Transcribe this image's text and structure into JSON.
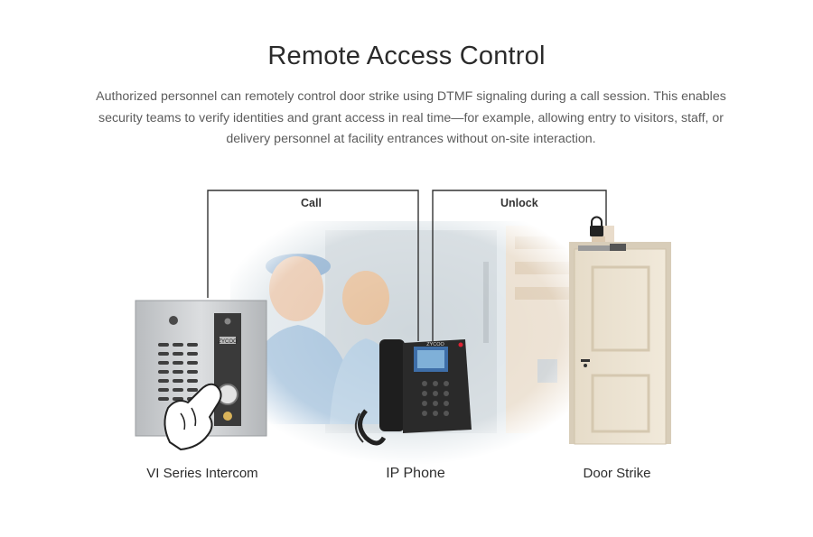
{
  "header": {
    "title": "Remote Access Control",
    "description": "Authorized personnel can remotely control door strike using DTMF signaling during a call session. This enables security teams to verify identities and grant access in real time—for example, allowing entry to visitors, staff, or delivery personnel at facility entrances without on-site interaction."
  },
  "diagram": {
    "links": [
      {
        "label": "Call"
      },
      {
        "label": "Unlock"
      }
    ],
    "devices": [
      {
        "label": "VI Series Intercom",
        "icon": "intercom-panel-icon"
      },
      {
        "label": "IP Phone",
        "icon": "desk-phone-icon",
        "brand": "ZYCOO"
      },
      {
        "label": "Door Strike",
        "icon": "door-icon"
      }
    ],
    "intercom_brand": "ZYCOO",
    "colors": {
      "line": "#333333",
      "panel": "#c9cbcd",
      "door": "#ece3d3",
      "phone": "#1f1f1f"
    }
  }
}
